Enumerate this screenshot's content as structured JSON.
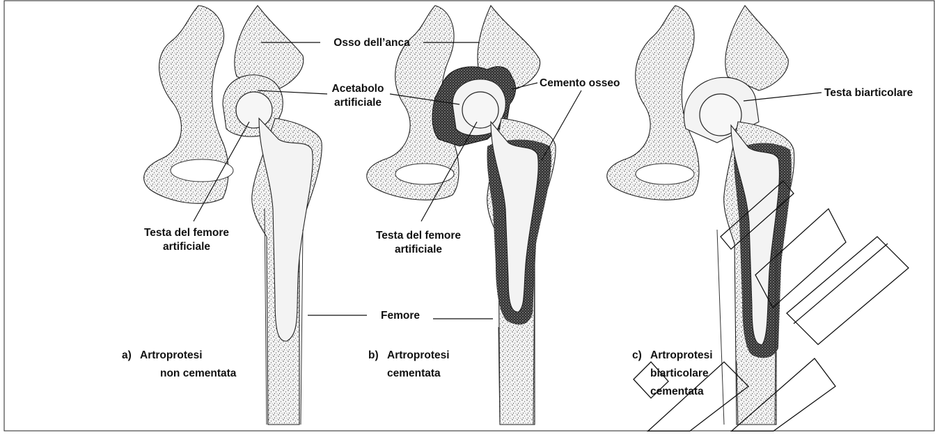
{
  "labels": {
    "hip_bone": "Osso dell’anca",
    "acetabulum_line1": "Acetabolo",
    "acetabulum_line2": "artificiale",
    "bone_cement": "Cemento osseo",
    "bipolar_head": "Testa biarticolare",
    "femoral_head_a_line1": "Testa del femore",
    "femoral_head_a_line2": "artificiale",
    "femoral_head_b_line1": "Testa del femore",
    "femoral_head_b_line2": "artificiale",
    "femur": "Femore"
  },
  "captions": {
    "a": {
      "letter": "a)",
      "line1": "Artroprotesi",
      "line2": "non cementata"
    },
    "b": {
      "letter": "b)",
      "line1": "Artroprotesi",
      "line2": "cementata"
    },
    "c": {
      "letter": "c)",
      "line1": "Artroprotesi",
      "line2": "biarticolare",
      "line3": "cementata"
    }
  }
}
